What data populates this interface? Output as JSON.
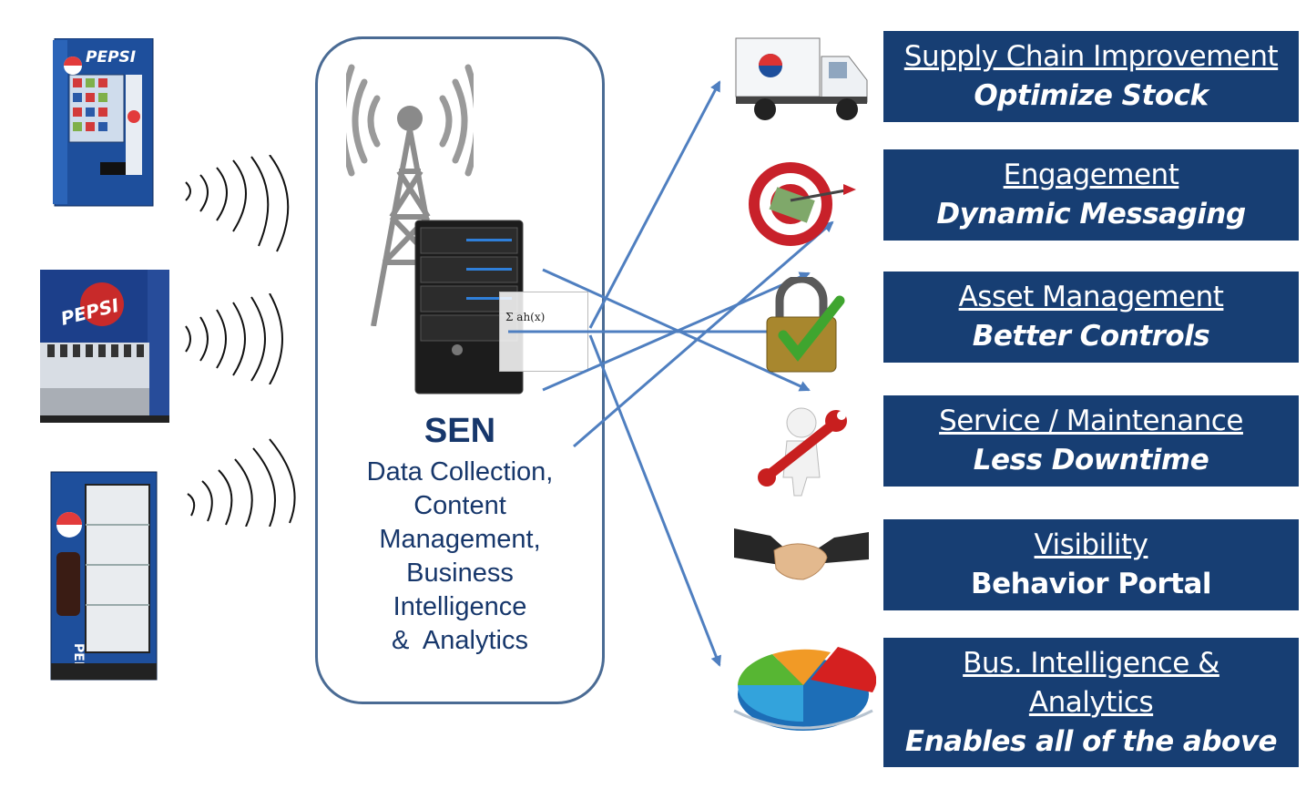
{
  "devices": [
    {
      "name": "vending-machine",
      "brand_text": "PEPSI"
    },
    {
      "name": "fountain-dispenser",
      "brand_text": "PEPSI"
    },
    {
      "name": "glass-door-cooler",
      "brand_text": "PEPSI"
    }
  ],
  "hub": {
    "title": "SEN",
    "lines": [
      "Data Collection,",
      "Content",
      "Management,",
      "Business",
      "Intelligence",
      "&  Analytics"
    ],
    "formula": "Σ ah(x)"
  },
  "outcomes": [
    {
      "title": "Supply Chain Improvement",
      "subtitle": "Optimize Stock",
      "icon": "delivery-truck-icon"
    },
    {
      "title": "Engagement",
      "subtitle": "Dynamic Messaging",
      "icon": "target-money-icon"
    },
    {
      "title": "Asset Management",
      "subtitle": "Better Controls",
      "icon": "padlock-check-icon"
    },
    {
      "title": "Service / Maintenance",
      "subtitle": "Less Downtime",
      "icon": "wrench-person-icon"
    },
    {
      "title": "Visibility",
      "subtitle": "Behavior Portal",
      "icon": "handshake-icon"
    },
    {
      "title": "Bus. Intelligence &",
      "title2": "Analytics",
      "subtitle": "Enables all of the above",
      "icon": "pie-chart-icon"
    }
  ],
  "colors": {
    "box_bg": "#173e73",
    "hub_border": "#4a6b94",
    "arrow": "#4f7fc0",
    "text_dark": "#17376b"
  }
}
